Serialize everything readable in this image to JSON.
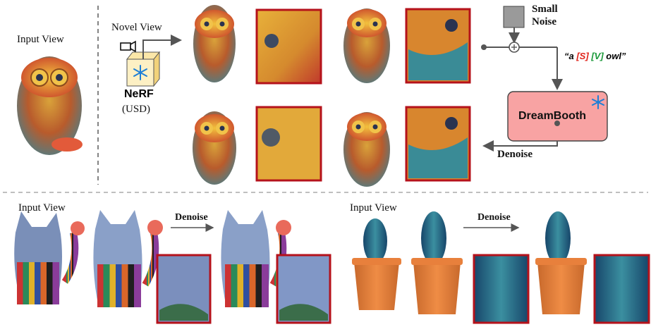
{
  "top": {
    "input_view_label": "Input View",
    "novel_view_label": "Novel View",
    "nerf_label": "NeRF",
    "nerf_sublabel": "(USD)",
    "noise_label_line1": "Small",
    "noise_label_line2": "Noise",
    "prompt": {
      "open": "“a ",
      "s_token": "[S]",
      "v_token": "[V]",
      "close": " owl”"
    },
    "dreambooth_label": "DreamBooth",
    "denoise_label": "Denoise"
  },
  "bottom": {
    "left_input_view_label": "Input View",
    "left_denoise_label": "Denoise",
    "right_input_view_label": "Input View",
    "right_denoise_label": "Denoise"
  },
  "colors": {
    "crop_border": "#b5121b",
    "dreambooth_fill": "#f8a3a3",
    "s_token": "#e0241b",
    "v_token": "#1c9a3b",
    "arrow": "#555555",
    "snowflake": "#1e7fd6"
  },
  "icons": [
    "camera-icon",
    "snowflake-icon",
    "plus-circle-icon",
    "noise-square-icon"
  ]
}
